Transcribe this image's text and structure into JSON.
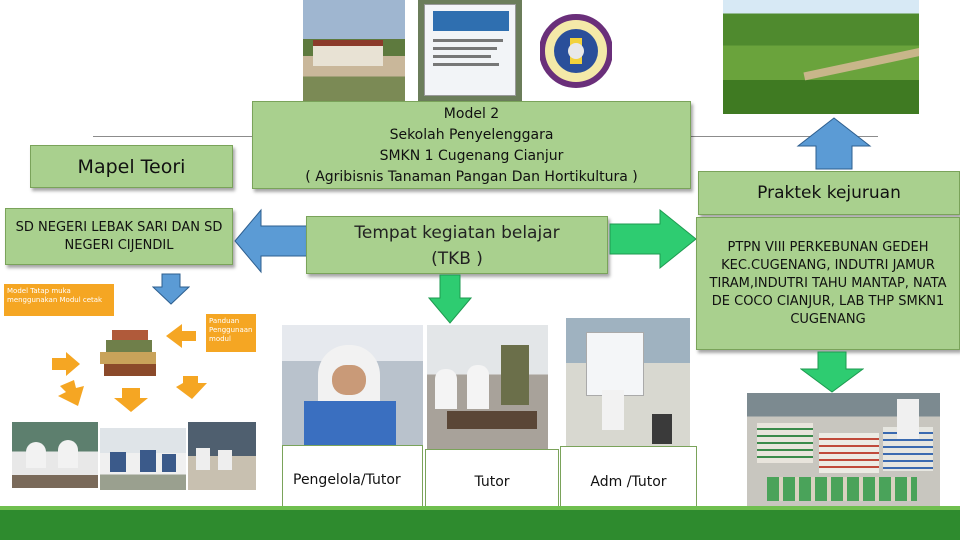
{
  "top_box": {
    "line1": "Model 2",
    "line2": "Sekolah Penyelenggara",
    "line3": "SMKN 1 Cugenang Cianjur",
    "line4": "( Agribisnis Tanaman Pangan Dan Hortikultura  )"
  },
  "mapel_teori": "Mapel Teori",
  "sd_box": "SD NEGERI LEBAK SARI DAN SD NEGERI CIJENDIL",
  "tempat_box": {
    "line1": "Tempat kegiatan belajar",
    "line2": "(TKB )"
  },
  "praktek_label": "Praktek kejuruan",
  "ptpn_box": "PTPN VIII PERKEBUNAN GEDEH KEC.CUGENANG, INDUTRI JAMUR TIRAM,INDUTRI TAHU MANTAP, NATA DE COCO CIANJUR, LAB THP SMKN1 CUGENANG",
  "cycle_labels": {
    "left": "Model Tatap muka menggunakan Modul cetak",
    "right": "Panduan Penggunaan modul"
  },
  "role_labels": {
    "pengelola": "Pengelola/Tutor",
    "tutor": "Tutor",
    "adm": "Adm /Tutor"
  },
  "colors": {
    "box_green": "#a9d08e",
    "arrow_blue": "#5b9bd5",
    "arrow_green": "#2ecc71",
    "cycle_orange": "#f5a623",
    "band_green": "#2e8b2e"
  }
}
